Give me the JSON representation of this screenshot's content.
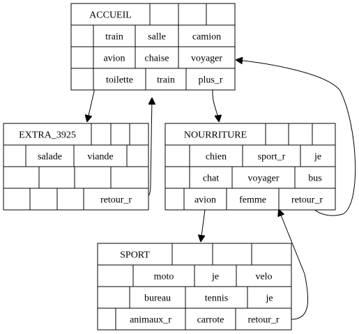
{
  "diagram": {
    "nodes": {
      "accueil": {
        "rows": [
          [
            "ACCUEIL",
            "",
            "",
            ""
          ],
          [
            "",
            "train",
            "salle",
            "camion"
          ],
          [
            "",
            "avion",
            "chaise",
            "voyager"
          ],
          [
            "",
            "toilette",
            "train",
            "plus_r"
          ]
        ]
      },
      "extra": {
        "rows": [
          [
            "EXTRA_3925",
            "",
            "",
            ""
          ],
          [
            "",
            "salade",
            "viande",
            ""
          ],
          [
            "",
            "",
            "",
            ""
          ],
          [
            "",
            "",
            "",
            "retour_r"
          ]
        ]
      },
      "nourriture": {
        "rows": [
          [
            "NOURRITURE",
            "",
            "",
            ""
          ],
          [
            "",
            "chien",
            "sport_r",
            "je"
          ],
          [
            "",
            "chat",
            "voyager",
            "bus"
          ],
          [
            "",
            "avion",
            "femme",
            "retour_r"
          ]
        ]
      },
      "sport": {
        "rows": [
          [
            "SPORT",
            "",
            "",
            ""
          ],
          [
            "",
            "moto",
            "je",
            "velo"
          ],
          [
            "",
            "bureau",
            "tennis",
            "je"
          ],
          [
            "",
            "animaux_r",
            "carrote",
            "retour_r"
          ]
        ]
      }
    },
    "edges": [
      {
        "from": "accueil.train",
        "to": "extra"
      },
      {
        "from": "extra.retour_r",
        "to": "accueil.train"
      },
      {
        "from": "accueil.plus_r",
        "to": "nourriture"
      },
      {
        "from": "nourriture.retour_r",
        "to": "accueil.voyager"
      },
      {
        "from": "nourriture.avion",
        "to": "sport"
      },
      {
        "from": "sport.retour_r",
        "to": "nourriture.retour_r"
      }
    ]
  }
}
